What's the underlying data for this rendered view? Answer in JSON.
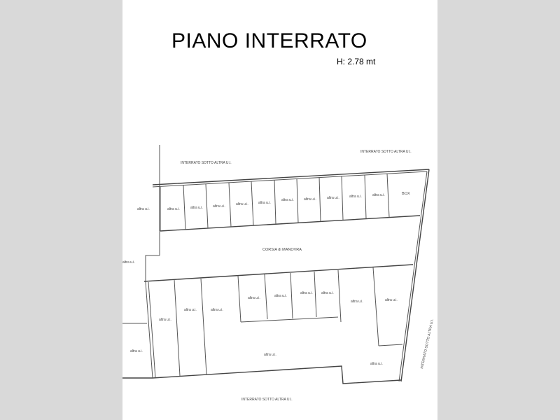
{
  "document": {
    "title": "PIANO INTERRATO",
    "height_note": "H: 2.78 mt"
  },
  "plan": {
    "adjacent_top_left": "INTERRATO SOTTO ALTRA U.I.",
    "adjacent_top_right": "INTERRATO SOTTO ALTRA U.I.",
    "adjacent_bottom": "INTERRATO SOTTO ALTRA U.I.",
    "adjacent_right": "INTERRATO SOTTO ALTRA U.I.",
    "corridor": "CORSIA di MANOVRA",
    "unit_label": "altra u.i.",
    "box_label": "BOX"
  }
}
